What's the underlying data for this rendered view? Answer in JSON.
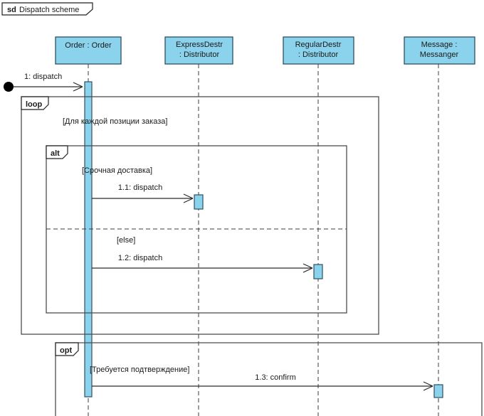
{
  "tab": {
    "keyword": "sd",
    "title": "Dispatch scheme"
  },
  "colors": {
    "element_fill": "#8BD2ED",
    "element_border": "#2E5160",
    "frame_border": "#4D4D4D",
    "text": "#1A1A1A",
    "background": "#FFFFFF"
  },
  "lifelines": [
    {
      "id": "order",
      "full_name": "Order : Order",
      "line1": "Order : Order",
      "line2": ""
    },
    {
      "id": "expressdestr",
      "full_name": "ExpressDestr : Distributor",
      "line1": "ExpressDestr",
      "line2": ": Distributor"
    },
    {
      "id": "regulardestr",
      "full_name": "RegularDestr : Distributor",
      "line1": "RegularDestr",
      "line2": ": Distributor"
    },
    {
      "id": "message",
      "full_name": "Message : Messanger",
      "line1": "Message :",
      "line2": "Messanger"
    }
  ],
  "fragments": {
    "loop": {
      "operator": "loop",
      "guard": "[Для каждой позиции заказа]"
    },
    "alt": {
      "operator": "alt",
      "guard": "[Срочная доставка]",
      "else_label": "[else]"
    },
    "opt": {
      "operator": "opt",
      "guard": "[Требуется подтверждение]"
    }
  },
  "messages": [
    {
      "label": "1: dispatch",
      "from": "start",
      "to": "Order : Order"
    },
    {
      "label": "1.1: dispatch",
      "from": "Order : Order",
      "to": "ExpressDestr : Distributor"
    },
    {
      "label": "1.2: dispatch",
      "from": "Order : Order",
      "to": "RegularDestr : Distributor"
    },
    {
      "label": "1.3: confirm",
      "from": "Order : Order",
      "to": "Message : Messanger"
    }
  ]
}
